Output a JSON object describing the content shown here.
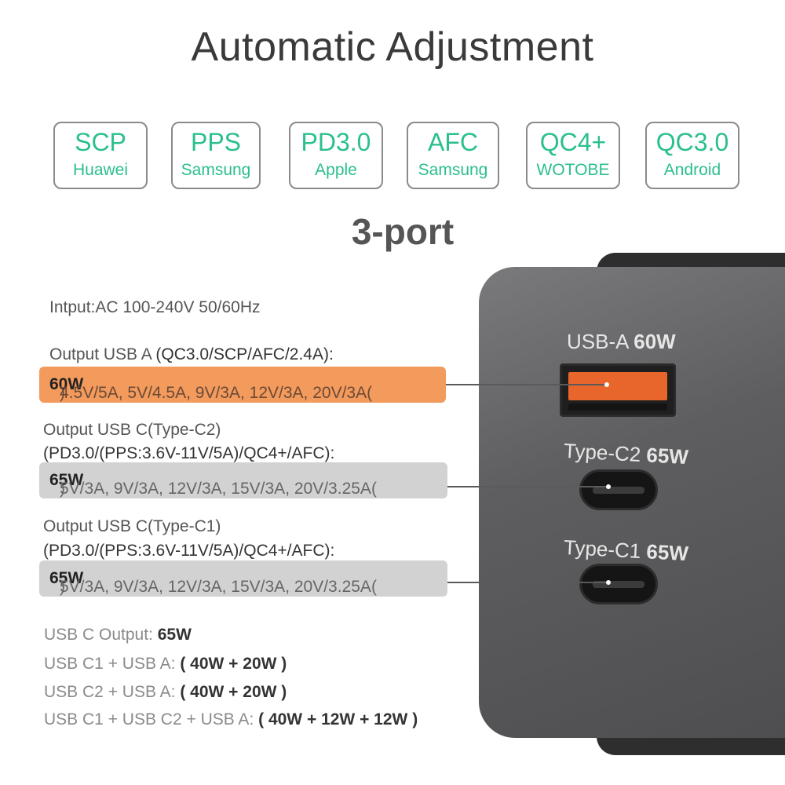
{
  "title": "Automatic Adjustment",
  "protocols": [
    {
      "name": "SCP",
      "brand": "Huawei"
    },
    {
      "name": "PPS",
      "brand": "Samsung"
    },
    {
      "name": "PD3.0",
      "brand": "Apple"
    },
    {
      "name": "AFC",
      "brand": "Samsung"
    },
    {
      "name": "QC4+",
      "brand": "WOTOBE"
    },
    {
      "name": "QC3.0",
      "brand": "Android"
    }
  ],
  "subtitle": "3-port",
  "input": "Intput:AC 100-240V 50/60Hz",
  "output_a": {
    "label": "Output USB A ",
    "protocols": "(QC3.0/SCP/AFC/2.4A):",
    "values": "4.5V/5A, 5V/4.5A, 9V/3A, 12V/3A, 20V/3A(",
    "watt": "60W",
    "close": ")"
  },
  "output_c2": {
    "label": "Output USB C(Type-C2)",
    "protocols": "(PD3.0/(PPS:3.6V-11V/5A)/QC4+/AFC):",
    "values": "5V/3A, 9V/3A, 12V/3A, 15V/3A, 20V/3.25A(",
    "watt": "65W",
    "close": ")"
  },
  "output_c1": {
    "label": "Output USB C(Type-C1)",
    "protocols": "(PD3.0/(PPS:3.6V-11V/5A)/QC4+/AFC):",
    "values": "5V/3A, 9V/3A, 12V/3A, 15V/3A, 20V/3.25A(",
    "watt": "65W",
    "close": ")"
  },
  "ports": {
    "usba": {
      "name": "USB-A ",
      "watt": "60W"
    },
    "c2": {
      "name": "Type-C2 ",
      "watt": "65W"
    },
    "c1": {
      "name": "Type-C1 ",
      "watt": "65W"
    }
  },
  "combos": [
    {
      "label": "USB C Output: ",
      "value": "65W"
    },
    {
      "label": "USB C1 + USB A: ",
      "value": "( 40W + 20W )"
    },
    {
      "label": "USB C2 + USB A: ",
      "value": "( 40W + 20W )"
    },
    {
      "label": "USB C1 + USB C2 + USB A: ",
      "value": "( 40W + 12W + 12W )"
    }
  ],
  "colors": {
    "protocol_text": "#2bbf8f",
    "orange_highlight": "#f39a5d",
    "gray_highlight": "#d2d2d2",
    "charger_body": "#5e5e60",
    "usba_tongue": "#e8662c"
  }
}
